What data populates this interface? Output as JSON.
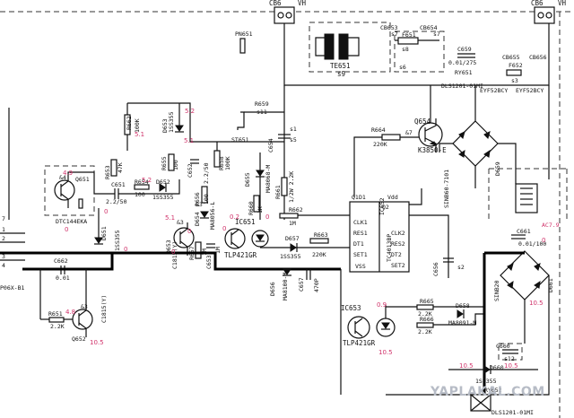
{
  "connectors": {
    "left": "CB6",
    "right": "CB6",
    "vh": "VH"
  },
  "transformer": {
    "ref": "TE651",
    "pin": "s9"
  },
  "pin_labels": {
    "s1": "s1",
    "s2": "s2",
    "s3": "s3",
    "s5": "s5",
    "s6": "s6",
    "s7": "s7",
    "s8": "s8",
    "s11": "s11",
    "s12": "s12",
    "pn651": "PN651",
    "st651": "ST651",
    "d1": "D1",
    "vdd": "Vdd",
    "q1": "Q1",
    "q2": "Q2",
    "vss": "VSS",
    "p1": "1",
    "p2": "2",
    "p3": "3",
    "p4": "4",
    "p7": "7",
    "pa": "&4",
    "pb": "&3",
    "pc": "&3",
    "pd": "&3",
    "pe": "&7",
    "ac79": "AC7.9"
  },
  "components": {
    "cb653": "CB653",
    "cb654": "CB654",
    "f651": "F651",
    "c659": "C659",
    "c659_val": "0.01/275",
    "ry651": "RY651",
    "ry651_part": "DLS1201-01MI",
    "f652": "F652",
    "cb655": "CB655",
    "cb656": "CB656",
    "eyf_a": "EYF52BCY",
    "eyf_b": "EYF52BCY",
    "r659": "R659",
    "c654": "C654",
    "q654": "Q654",
    "q654_part": "K3850-E",
    "r664": "R664",
    "r664_val": "220K",
    "d659": "D659",
    "d659_part": "SINB60-7101",
    "r662": "R662",
    "r662_val": "100K",
    "d653": "D653",
    "d653_part": "1SS355",
    "r653": "R653",
    "r653_val": "47K",
    "r655": "R655",
    "r655_val": "100",
    "c652": "C652",
    "c652_val": "2.2/50",
    "r658": "R658",
    "r658_val": "100K",
    "q651": "Q651",
    "q651_part": "DTC144EKA",
    "c651": "C651",
    "c651_val": "2.2/50",
    "r654": "R654",
    "r654_val": "100",
    "d652": "D652",
    "d652_part": "1SS355",
    "r656": "R656",
    "r656_val": "100",
    "d655": "D655",
    "d655_part": "MA8068-M",
    "r661": "R661",
    "r661_val": "1/2W 2.2K",
    "r660": "R660",
    "r660_val": "1K",
    "ic651": "IC651",
    "ic651_part": "TLP421GR",
    "d654": "D654",
    "d654_part": "MA8056-L",
    "q653": "Q653",
    "q653_part": "C1815(Y)",
    "r657": "R657",
    "r657_val": "1M",
    "c653": "C653",
    "c653_val": "1M",
    "d651": "D651",
    "d651_part": "1SS355",
    "c662": "C662",
    "c662_val": "0.01",
    "p06": "P06X-B1",
    "r651": "R651",
    "r651_val": "2.2K",
    "q652": "Q652",
    "q652_part": "C1815(Y)",
    "r662b": "R662",
    "r662b_val": "1M",
    "d657": "D657",
    "d657_part": "1SS355",
    "r663": "R663",
    "r663_val": "220K",
    "d656": "D656",
    "d656_part": "MA8100-M",
    "c657": "C657",
    "c657_val": "470P",
    "ic652": "IC652",
    "ic652_part": "TC4013BP",
    "ic653": "IC653",
    "ic653_part": "TLP421GR",
    "r665": "R665",
    "r665_val": "2.2K",
    "r666": "R666",
    "r666_val": "2.2K",
    "d658": "D658",
    "d658_part": "MA8091-M",
    "c656": "C656",
    "c661": "C661",
    "c661_val": "0.01/100",
    "d661": "D661",
    "d661_part": "SINB20",
    "c660": "C660",
    "d660": "D660",
    "d660_part": "1SS355",
    "ry_low": "RY652",
    "ry_low_part": "DLS1201-01MI"
  },
  "ic652_pins": {
    "left": [
      "CLK1",
      "RES1",
      "DT1",
      "SET1"
    ],
    "right": [
      "CLK2",
      "RES2",
      "DT2",
      "SET2"
    ]
  },
  "voltages": {
    "v52a": "5.2",
    "v51a": "5.1",
    "v52b": "5.2",
    "v51b": "5.1",
    "v0a": "0",
    "v49": "4.9",
    "v0b": "0",
    "v51c": "5.1",
    "v0c": "0",
    "v0d": "0",
    "v02": "0.2",
    "v0e": "0",
    "v0f": "0",
    "v0g": "0",
    "v48": "4.8",
    "v105a": "10.5",
    "v09": "0.9",
    "v105b": "10.5",
    "v105c": "10.5",
    "v0h": "0",
    "v105d": "10.5",
    "v105e": "10.5"
  },
  "watermark": "YAPLAKAL.COM"
}
